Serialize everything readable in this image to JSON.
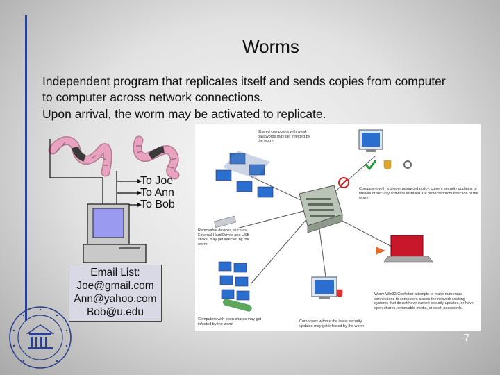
{
  "slide": {
    "title": "Worms",
    "body_lines": [
      "Independent program that replicates itself and sends copies from computer to computer across network connections.",
      "Upon arrival, the worm may be activated to replicate."
    ],
    "recipients": [
      "To Joe",
      "To Ann",
      "To Bob"
    ],
    "email_list": {
      "title": "Email List:",
      "entries": [
        "Joe@gmail.com",
        "Ann@yahoo.com",
        "Bob@u.edu"
      ]
    },
    "page_number": "7"
  },
  "diagram": {
    "captions": {
      "shared": "Shared computers with weak passwords may get infected by the worm",
      "strong": "Computers with a proper password policy, current security updates, or firewall or security software installed are protected from infection of the worm",
      "removable": "Removable devices, such as External Hard Drives and USB sticks, may get infected by the worm",
      "worm_desc": "Worm:Win32/Conficker attempts to make numerous connections to computers across the network seeking systems that do not have current security updates, or have open shares, removable media, or weak passwords.",
      "open_shares": "Computers with open shares may get infected by the worm",
      "no_updates": "Computers without the latest security updates may get infected by the worm"
    }
  },
  "colors": {
    "accent_line": "#2b3f8f",
    "email_box": "#d9d9e6",
    "computer_screen": "#9a9af0",
    "worm_body": "#e9a3c0",
    "worm_band": "#3a3a3a"
  }
}
